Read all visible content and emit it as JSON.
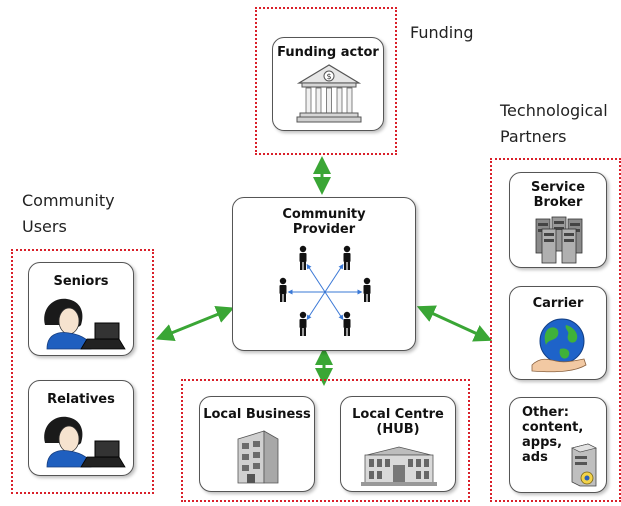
{
  "labels": {
    "funding": "Funding",
    "technological_line1": "Technological",
    "technological_line2": "Partners",
    "community_line1": "Community",
    "community_line2": "Users"
  },
  "nodes": {
    "funding_actor": "Funding actor",
    "community_provider_line1": "Community",
    "community_provider_line2": "Provider",
    "seniors": "Seniors",
    "relatives": "Relatives",
    "local_business": "Local Business",
    "local_centre_line1": "Local Centre",
    "local_centre_line2": "(HUB)",
    "service_broker_line1": "Service",
    "service_broker_line2": "Broker",
    "carrier": "Carrier",
    "other_line1": "Other:",
    "other_line2": "content,",
    "other_line3": "apps,",
    "other_line4": "ads"
  },
  "colors": {
    "dashed_border": "#d9202a",
    "arrow": "#3aa635",
    "spoke_arrow": "#3a78d6"
  }
}
